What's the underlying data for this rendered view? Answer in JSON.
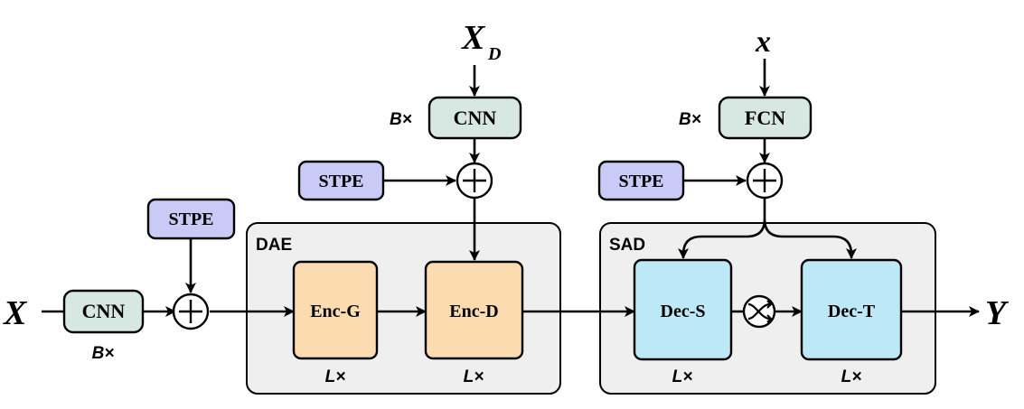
{
  "inputs": {
    "x_main": "X",
    "x_d_base": "X",
    "x_d_sub": "D",
    "x_small": "x"
  },
  "output": "Y",
  "blocks": {
    "cnn_main": "CNN",
    "cnn_top": "CNN",
    "fcn_top": "FCN",
    "stpe_left": "STPE",
    "stpe_mid": "STPE",
    "stpe_right": "STPE",
    "enc_g": "Enc-G",
    "enc_d": "Enc-D",
    "dec_s": "Dec-S",
    "dec_t": "Dec-T"
  },
  "groups": {
    "dae": "DAE",
    "sad": "SAD"
  },
  "multipliers": {
    "b_cnn_main": "B×",
    "b_cnn_top": "B×",
    "b_fcn_top": "B×",
    "l_enc_g": "L×",
    "l_enc_d": "L×",
    "l_dec_s": "L×",
    "l_dec_t": "L×"
  },
  "colors": {
    "cnn_fill": "#d6e8e1",
    "stpe_fill": "#c9caf5",
    "enc_fill": "#fbdcb0",
    "dec_fill": "#bde8f5",
    "group_fill": "#efefef",
    "stroke": "#000000"
  }
}
